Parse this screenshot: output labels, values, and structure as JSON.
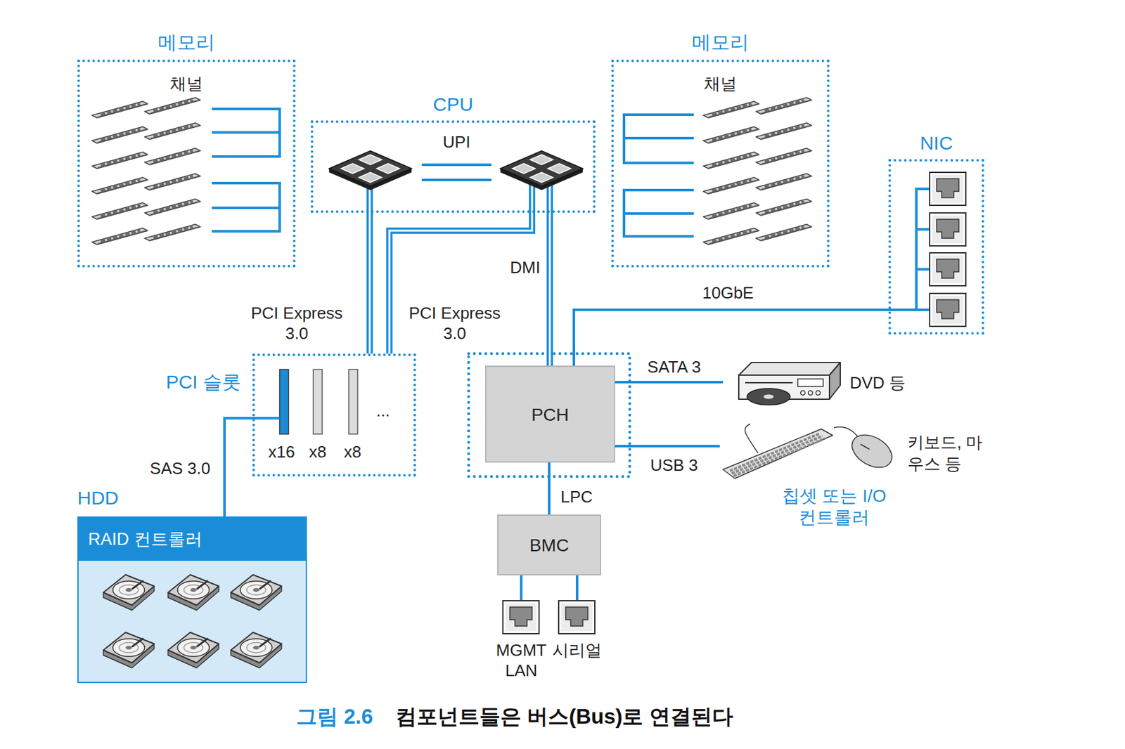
{
  "diagram": {
    "caption": "컴포넌트들은 버스(Bus)로 연결된다",
    "nodes": [
      {
        "text": [
          "메모리",
          "채널"
        ]
      },
      {
        "text": [
          "CPU"
        ]
      },
      {
        "text": [
          "메모리",
          "채널"
        ]
      },
      {
        "text": [
          "NIC"
        ]
      },
      {
        "text": [
          "PCI 슬롯"
        ]
      },
      {
        "text": [
          "PCH"
        ]
      },
      {
        "text": [
          "DVD 등"
        ]
      },
      {
        "text": [
          "키보드, 마우스 등"
        ]
      },
      {
        "text": [
          "BMC"
        ]
      },
      {
        "text": [
          "MGMT LAN"
        ]
      },
      {
        "text": [
          "시리얼"
        ]
      },
      {
        "text": [
          "HDD",
          "RAID 컨트롤러"
        ]
      }
    ],
    "edges": [
      {
        "from": 1,
        "to": 4,
        "label": "PCI Express 3.0",
        "arrow": "none"
      },
      {
        "from": 1,
        "to": 4,
        "label": "PCI Express 3.0",
        "arrow": "none"
      },
      {
        "from": 1,
        "to": 5,
        "label": "DMI",
        "arrow": "none"
      },
      {
        "from": 5,
        "to": 3,
        "label": "10GbE",
        "arrow": "none"
      },
      {
        "from": 5,
        "to": 6,
        "label": "SATA 3",
        "arrow": "none"
      },
      {
        "from": 5,
        "to": 7,
        "label": "USB 3",
        "arrow": "none"
      },
      {
        "from": 5,
        "to": 8,
        "label": "LPC",
        "arrow": "none"
      },
      {
        "from": 8,
        "to": 9,
        "arrow": "none"
      },
      {
        "from": 8,
        "to": 10,
        "arrow": "none"
      },
      {
        "from": 4,
        "to": 11,
        "label": "SAS 3.0",
        "arrow": "none"
      }
    ],
    "labels": [
      "UPI",
      "x16",
      "x8",
      "x8",
      "...",
      "칩셋 또는 I/O 컨트롤러",
      "그림 2.6"
    ]
  }
}
